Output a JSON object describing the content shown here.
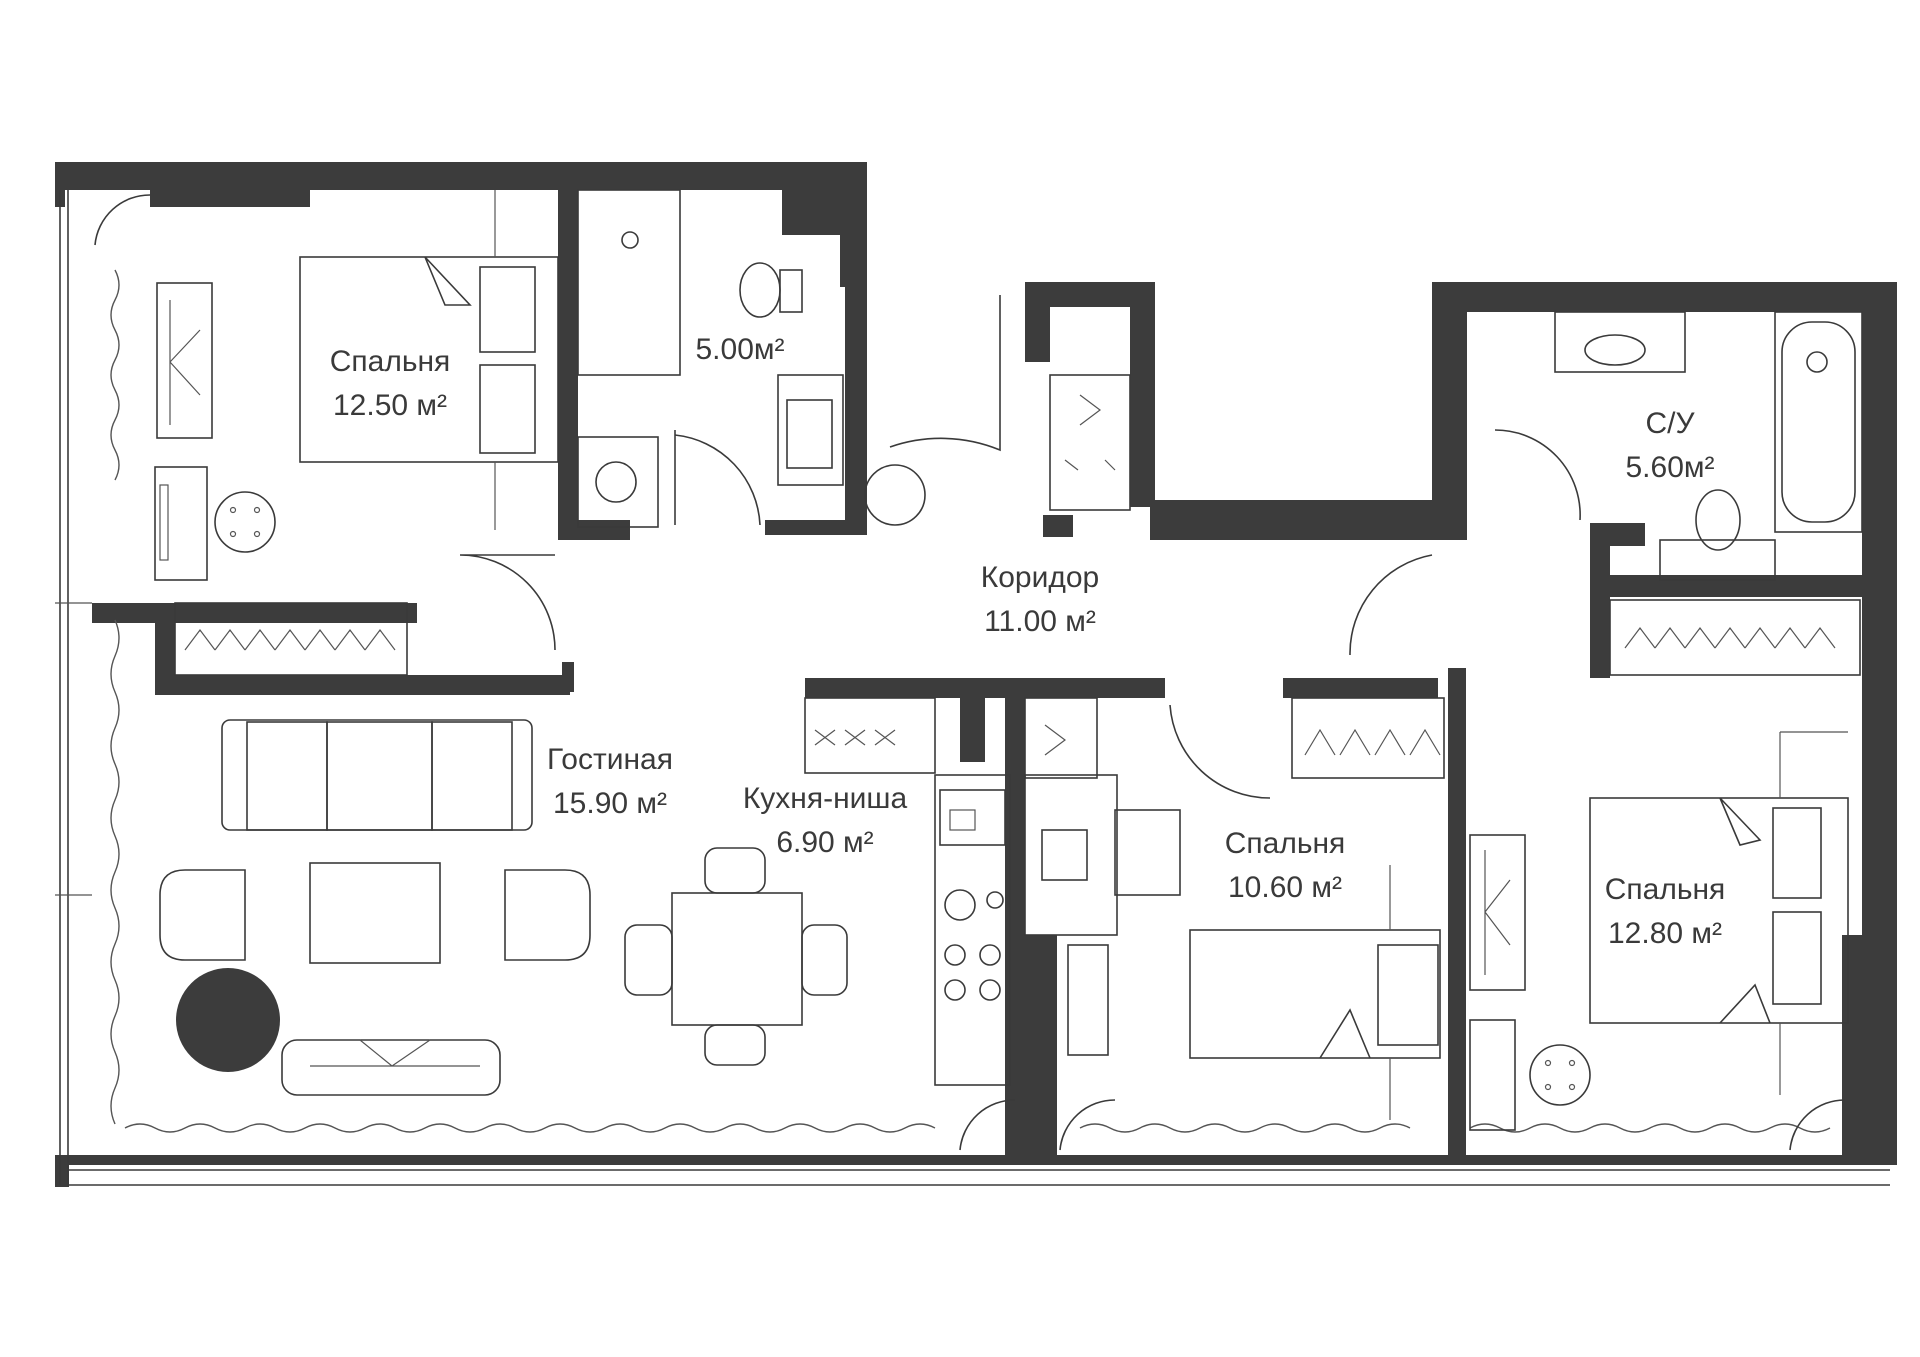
{
  "rooms": [
    {
      "id": "bedroom1",
      "name": "Спальня",
      "area": "12.50 м²"
    },
    {
      "id": "bath1",
      "name": "",
      "area": "5.00м²"
    },
    {
      "id": "bath2",
      "name": "С/У",
      "area": "5.60м²"
    },
    {
      "id": "corridor",
      "name": "Коридор",
      "area": "11.00 м²"
    },
    {
      "id": "living",
      "name": "Гостиная",
      "area": "15.90 м²"
    },
    {
      "id": "kitchen",
      "name": "Кухня-ниша",
      "area": "6.90 м²"
    },
    {
      "id": "bedroom2",
      "name": "Спальня",
      "area": "10.60 м²"
    },
    {
      "id": "bedroom3",
      "name": "Спальня",
      "area": "12.80 м²"
    }
  ],
  "colors": {
    "wall": "#3c3c3c",
    "line": "#3a3a3a",
    "background": "#ffffff"
  }
}
